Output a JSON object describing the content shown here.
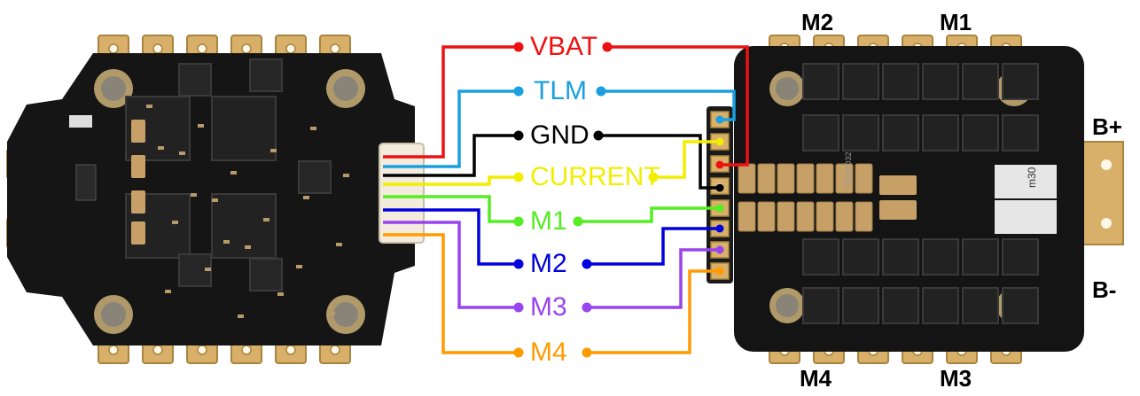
{
  "signals": [
    {
      "key": "vbat",
      "label": "VBAT",
      "color": "#ee1111"
    },
    {
      "key": "tlm",
      "label": "TLM",
      "color": "#1aa0e0"
    },
    {
      "key": "gnd",
      "label": "GND",
      "color": "#000000"
    },
    {
      "key": "current",
      "label": "CURRENT",
      "color": "#f2ee00"
    },
    {
      "key": "m1",
      "label": "M1",
      "color": "#55ee22"
    },
    {
      "key": "m2",
      "label": "M2",
      "color": "#0000dd"
    },
    {
      "key": "m3",
      "label": "M3",
      "color": "#9944ee"
    },
    {
      "key": "m4",
      "label": "M4",
      "color": "#ff9a00"
    }
  ],
  "motor_pads": {
    "top_left": "M2",
    "top_right": "M1",
    "bottom_left": "M4",
    "bottom_right": "M3"
  },
  "power_pads": {
    "positive": "B+",
    "negative": "B-"
  },
  "esc_silkscreen": {
    "model": "TEKKO32",
    "chip_marking": "m30"
  }
}
